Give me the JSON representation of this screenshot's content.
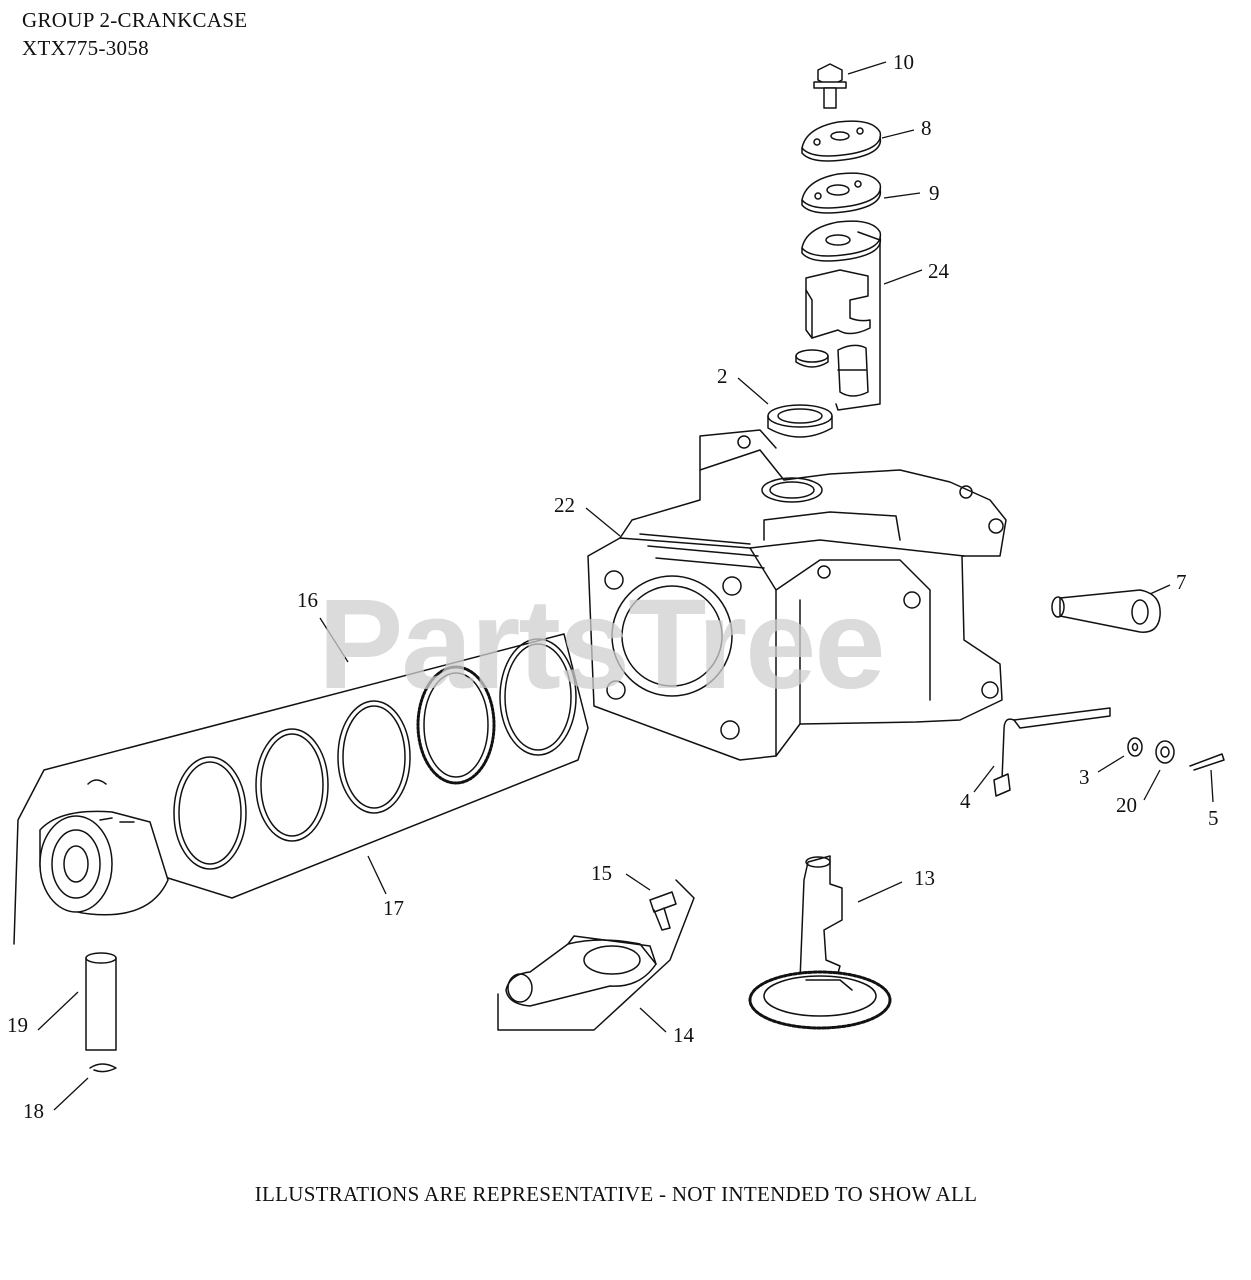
{
  "header": {
    "group_title": "GROUP 2-CRANKCASE",
    "model": "XTX775-3058"
  },
  "watermark": "PartsTree",
  "callouts": [
    {
      "id": "p10",
      "label": "10"
    },
    {
      "id": "p8",
      "label": "8"
    },
    {
      "id": "p9",
      "label": "9"
    },
    {
      "id": "p24",
      "label": "24"
    },
    {
      "id": "p2",
      "label": "2"
    },
    {
      "id": "p22",
      "label": "22"
    },
    {
      "id": "p7",
      "label": "7"
    },
    {
      "id": "p16",
      "label": "16"
    },
    {
      "id": "p4",
      "label": "4"
    },
    {
      "id": "p3",
      "label": "3"
    },
    {
      "id": "p20",
      "label": "20"
    },
    {
      "id": "p5",
      "label": "5"
    },
    {
      "id": "p15",
      "label": "15"
    },
    {
      "id": "p13",
      "label": "13"
    },
    {
      "id": "p17",
      "label": "17"
    },
    {
      "id": "p14",
      "label": "14"
    },
    {
      "id": "p19",
      "label": "19"
    },
    {
      "id": "p18",
      "label": "18"
    }
  ],
  "footer": "ILLUSTRATIONS ARE REPRESENTATIVE - NOT INTENDED TO SHOW ALL"
}
